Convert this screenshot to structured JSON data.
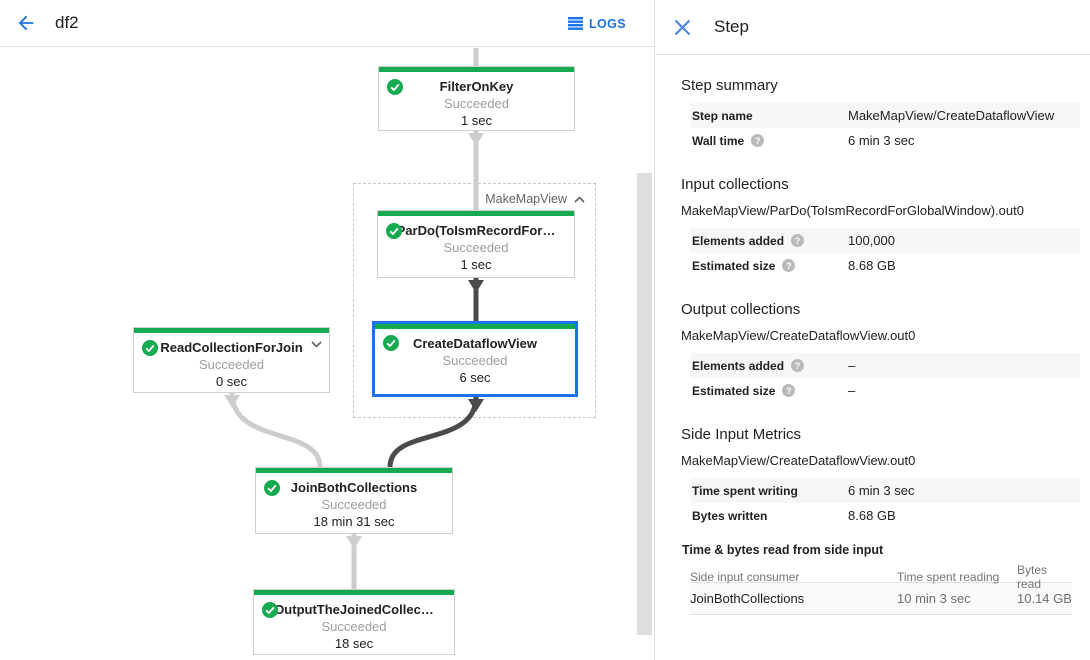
{
  "header": {
    "title": "df2",
    "logs_label": "LOGS"
  },
  "icons": {
    "help": "?"
  },
  "graph": {
    "group_label": "MakeMapView",
    "nodes": [
      {
        "title": "FilterOnKey",
        "status": "Succeeded",
        "time": "1 sec"
      },
      {
        "title": "ParDo(ToIsmRecordFor…",
        "status": "Succeeded",
        "time": "1 sec"
      },
      {
        "title": "CreateDataflowView",
        "status": "Succeeded",
        "time": "6 sec",
        "selected": true
      },
      {
        "title": "ReadCollectionForJoin",
        "status": "Succeeded",
        "time": "0 sec"
      },
      {
        "title": "JoinBothCollections",
        "status": "Succeeded",
        "time": "18 min 31 sec"
      },
      {
        "title": "OutputTheJoinedCollec…",
        "status": "Succeeded",
        "time": "18 sec"
      }
    ]
  },
  "panel": {
    "title": "Step",
    "sections": {
      "step_summary": {
        "heading": "Step summary",
        "rows": [
          {
            "label": "Step name",
            "value": "MakeMapView/CreateDataflowView"
          },
          {
            "label": "Wall time",
            "value": "6 min 3 sec"
          }
        ]
      },
      "input_collections": {
        "heading": "Input collections",
        "collection": "MakeMapView/ParDo(ToIsmRecordForGlobalWindow).out0",
        "rows": [
          {
            "label": "Elements added",
            "value": "100,000"
          },
          {
            "label": "Estimated size",
            "value": "8.68 GB"
          }
        ]
      },
      "output_collections": {
        "heading": "Output collections",
        "collection": "MakeMapView/CreateDataflowView.out0",
        "rows": [
          {
            "label": "Elements added",
            "value": "–"
          },
          {
            "label": "Estimated size",
            "value": "–"
          }
        ]
      },
      "side_input_metrics": {
        "heading": "Side Input Metrics",
        "collection": "MakeMapView/CreateDataflowView.out0",
        "rows": [
          {
            "label": "Time spent writing",
            "value": "6 min 3 sec"
          },
          {
            "label": "Bytes written",
            "value": "8.68 GB"
          }
        ]
      },
      "side_input_table": {
        "heading": "Time & bytes read from side input",
        "columns": [
          "Side input consumer",
          "Time spent reading",
          "Bytes read"
        ],
        "rows": [
          [
            "JoinBothCollections",
            "10 min 3 sec",
            "10.14 GB"
          ]
        ]
      }
    }
  },
  "colors": {
    "accent_blue": "#1a73e8",
    "success_green": "#14aa50",
    "selection_blue": "#1a73e8",
    "edge_light": "#cdcdcd",
    "edge_dark": "#4b4b4b"
  }
}
